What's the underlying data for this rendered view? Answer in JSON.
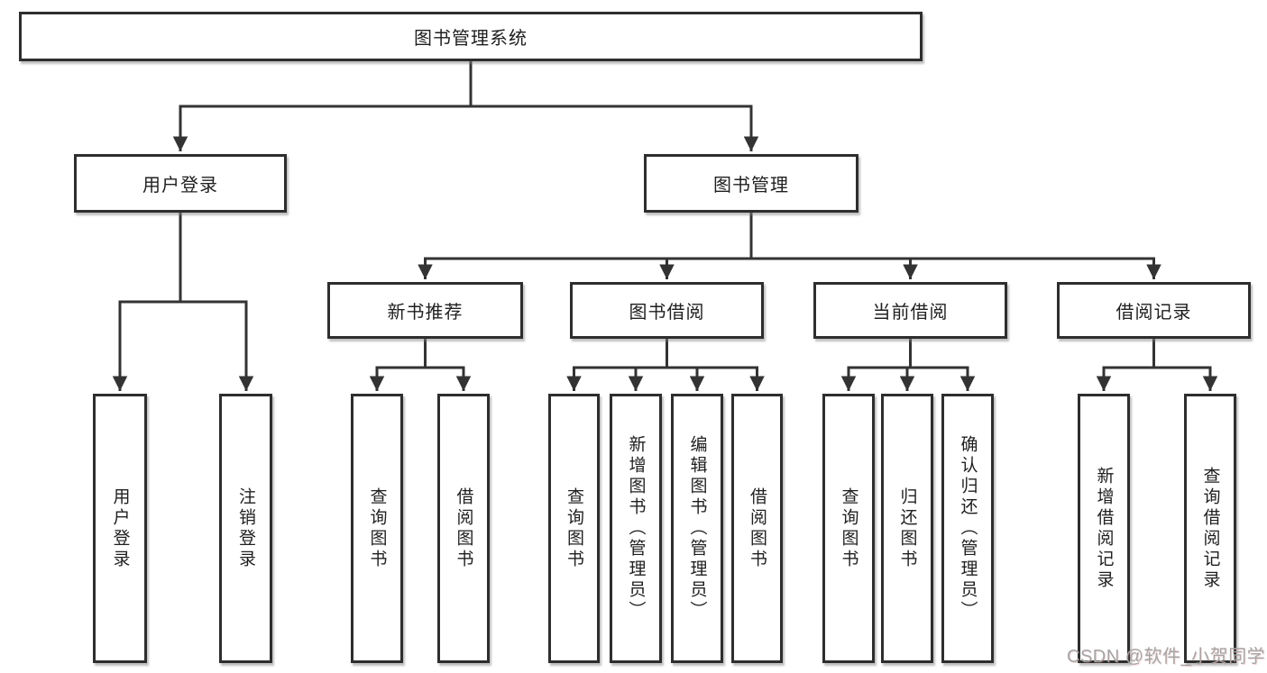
{
  "tree": {
    "root": {
      "label": "图书管理系统"
    },
    "children": [
      {
        "label": "用户登录",
        "children": [
          {
            "label": "用户登录"
          },
          {
            "label": "注销登录"
          }
        ]
      },
      {
        "label": "图书管理",
        "children": [
          {
            "label": "新书推荐",
            "children": [
              {
                "label": "查询图书"
              },
              {
                "label": "借阅图书"
              }
            ]
          },
          {
            "label": "图书借阅",
            "children": [
              {
                "label": "查询图书"
              },
              {
                "label": "新增图书（管理员）"
              },
              {
                "label": "编辑图书（管理员）"
              },
              {
                "label": "借阅图书"
              }
            ]
          },
          {
            "label": "当前借阅",
            "children": [
              {
                "label": "查询图书"
              },
              {
                "label": "归还图书"
              },
              {
                "label": "确认归还（管理员）"
              }
            ]
          },
          {
            "label": "借阅记录",
            "children": [
              {
                "label": "新增借阅记录"
              },
              {
                "label": "查询借阅记录"
              }
            ]
          }
        ]
      }
    ]
  },
  "watermark": {
    "text": "CSDN @软件_小贺同学"
  },
  "colors": {
    "line": "#333333",
    "box_border": "#2e2e2e",
    "text": "#1f1f1f",
    "watermark": "#a5a5a5",
    "background": "#ffffff"
  }
}
